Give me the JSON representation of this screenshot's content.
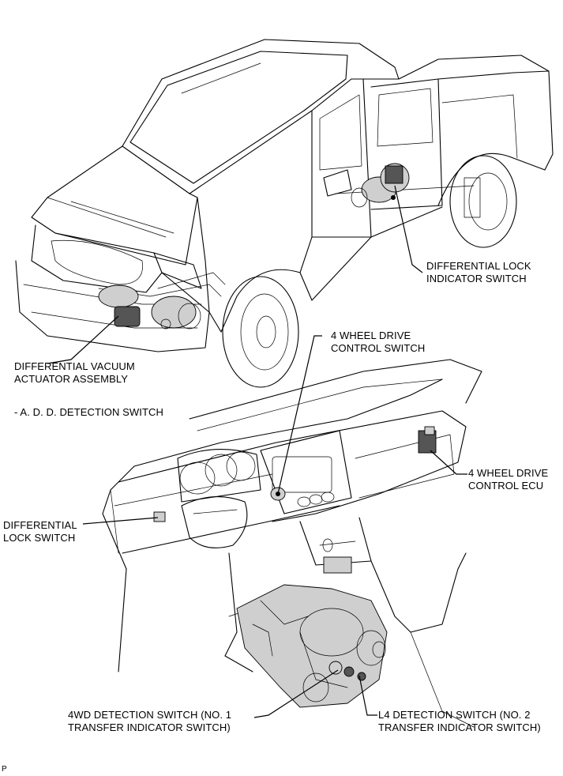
{
  "labels": {
    "diff_lock_indicator": [
      "DIFFERENTIAL LOCK",
      "INDICATOR SWITCH"
    ],
    "four_wd_control_switch": [
      "4 WHEEL DRIVE",
      "CONTROL SWITCH"
    ],
    "diff_vacuum_actuator": [
      "DIFFERENTIAL VACUUM",
      "ACTUATOR ASSEMBLY"
    ],
    "add_detection": "- A. D. D. DETECTION SWITCH",
    "four_wd_control_ecu": [
      "4 WHEEL DRIVE",
      "CONTROL ECU"
    ],
    "diff_lock_switch": [
      "DIFFERENTIAL",
      "LOCK SWITCH"
    ],
    "four_wd_detection": [
      "4WD DETECTION SWITCH (NO. 1",
      "TRANSFER INDICATOR SWITCH)"
    ],
    "l4_detection": [
      "L4 DETECTION SWITCH (NO. 2",
      "TRANSFER INDICATOR SWITCH)"
    ],
    "corner_mark": "P"
  }
}
